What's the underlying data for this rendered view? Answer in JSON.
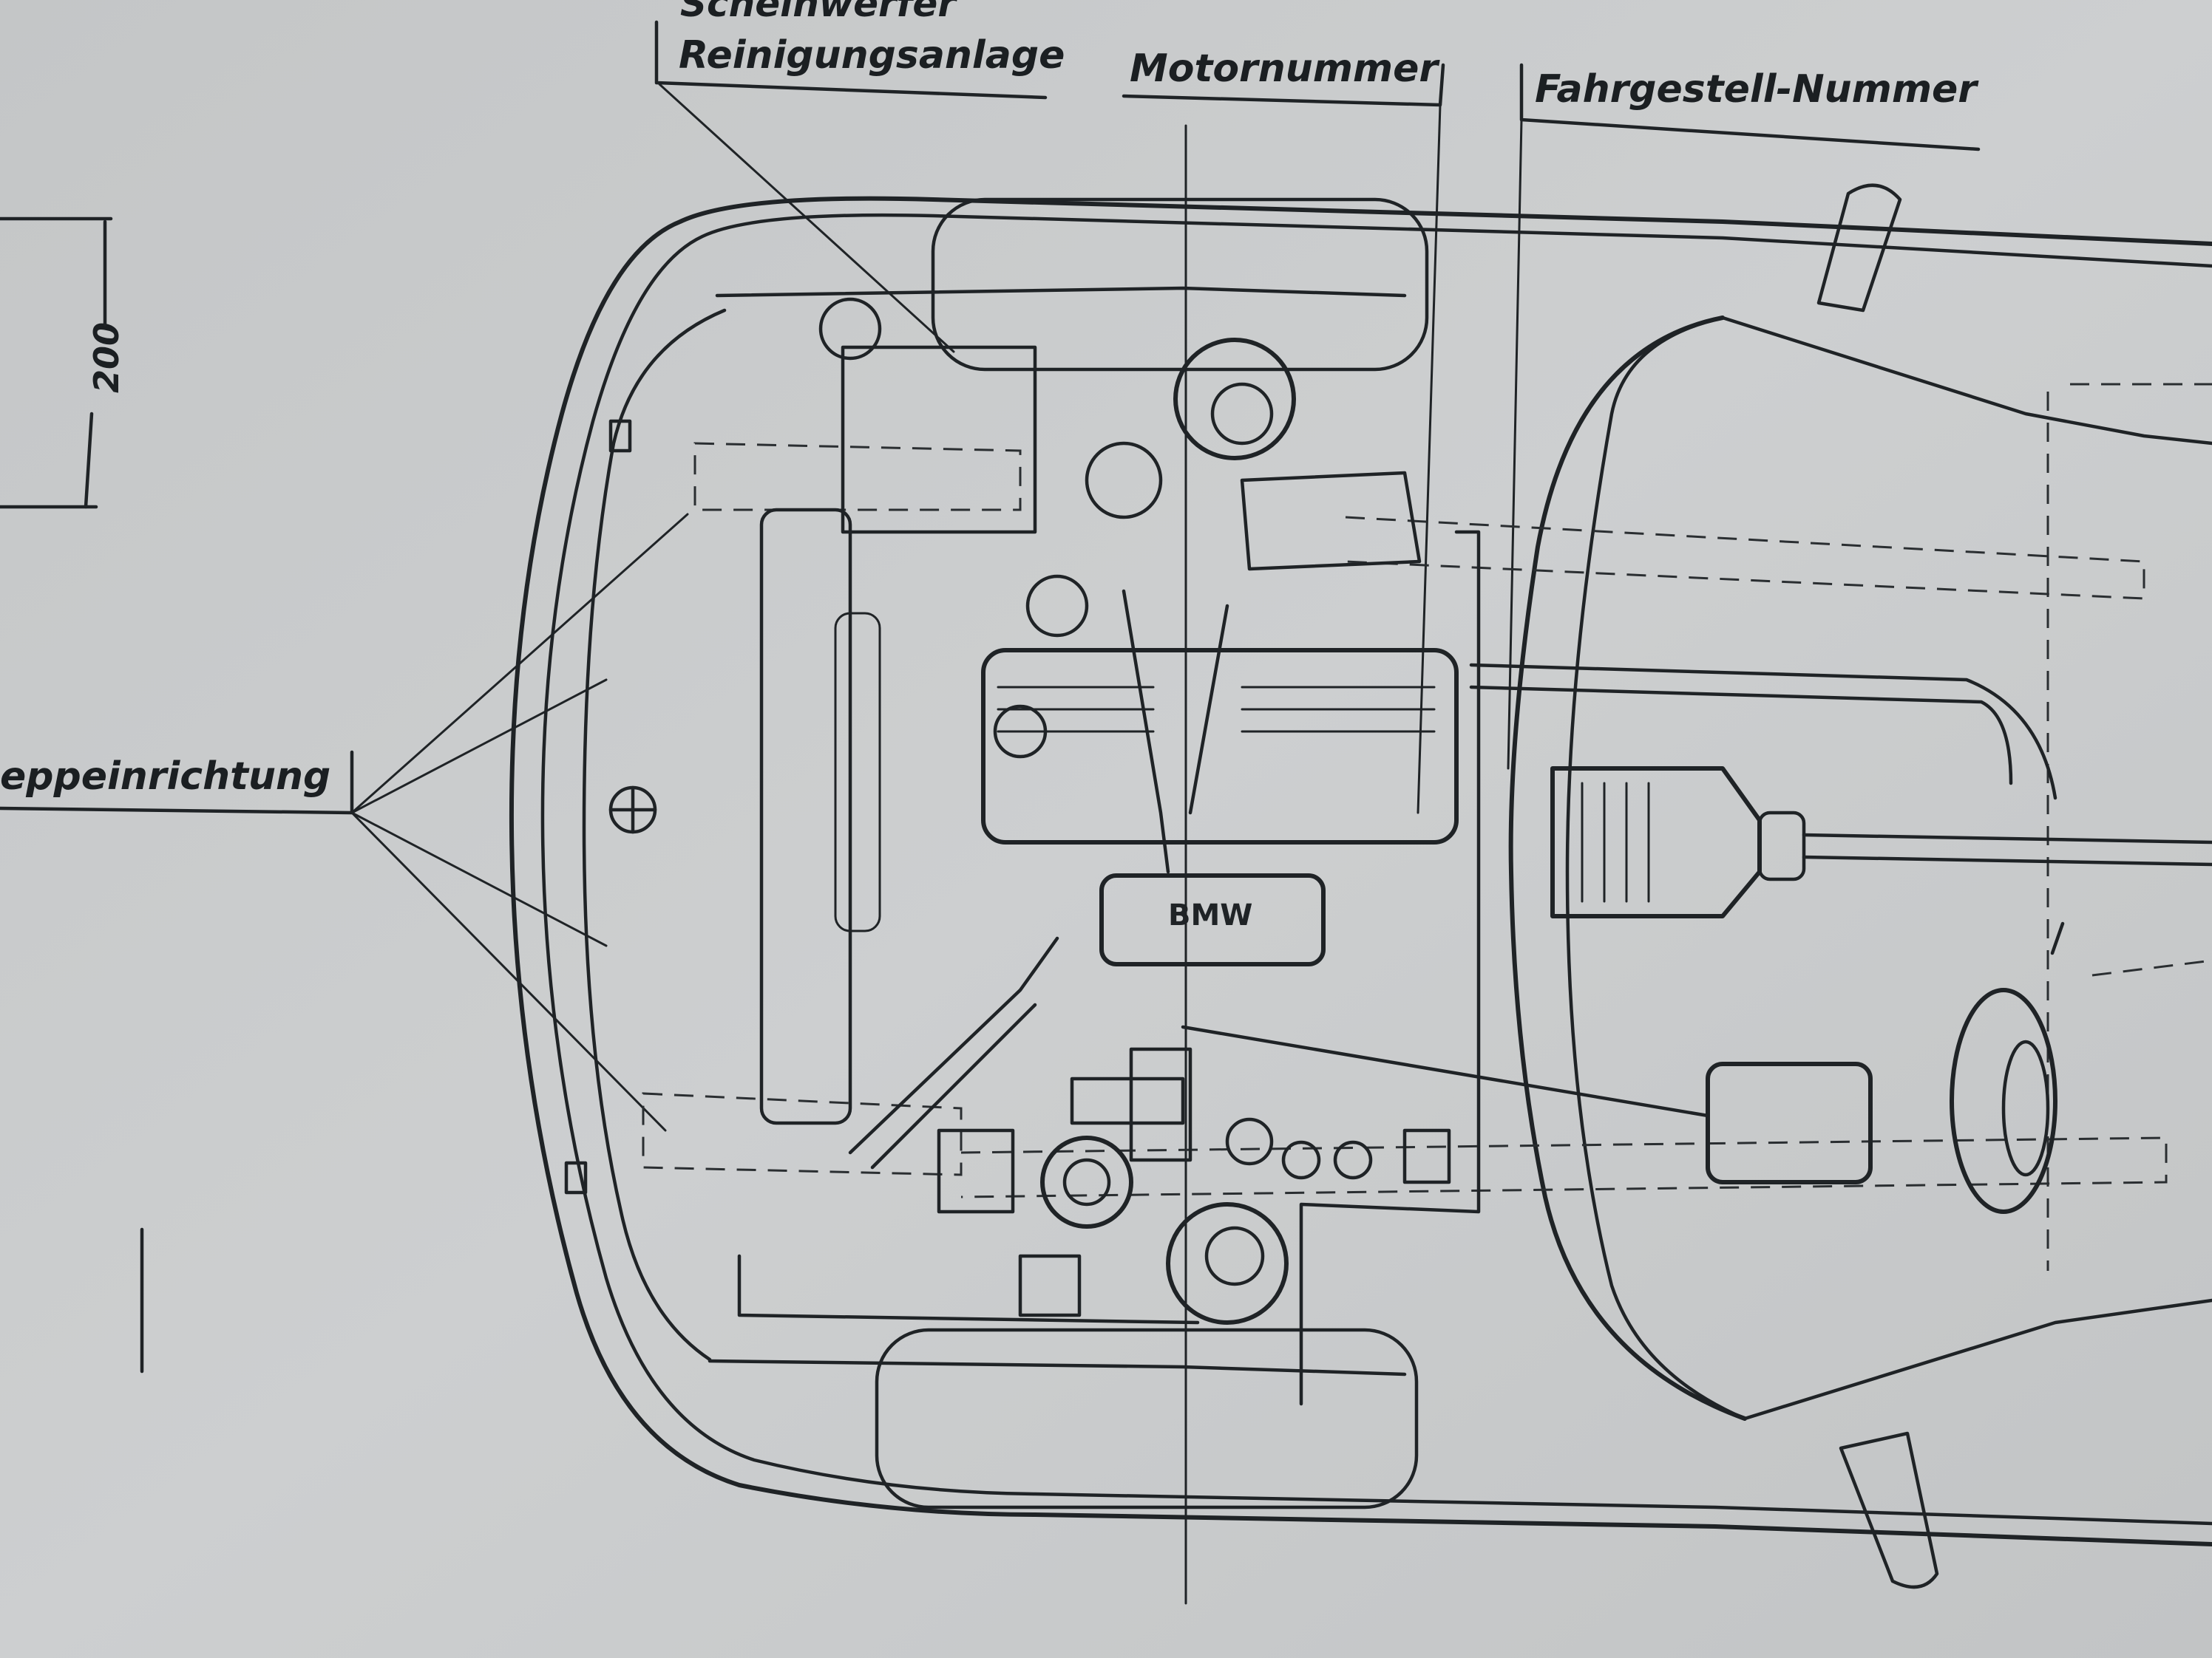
{
  "diagram": {
    "labels": {
      "headlight_cleaning_top": "Scheinwerfer",
      "headlight_cleaning": "Reinigungsanlage",
      "engine_number": "Motornummer",
      "chassis_number": "Fahrgestell-Nummer",
      "towing": "eppeinrichtung",
      "dimension": "200",
      "logo": "BMW"
    },
    "colors": {
      "paper": "#c9cbcc",
      "ink": "#1f2326"
    }
  }
}
